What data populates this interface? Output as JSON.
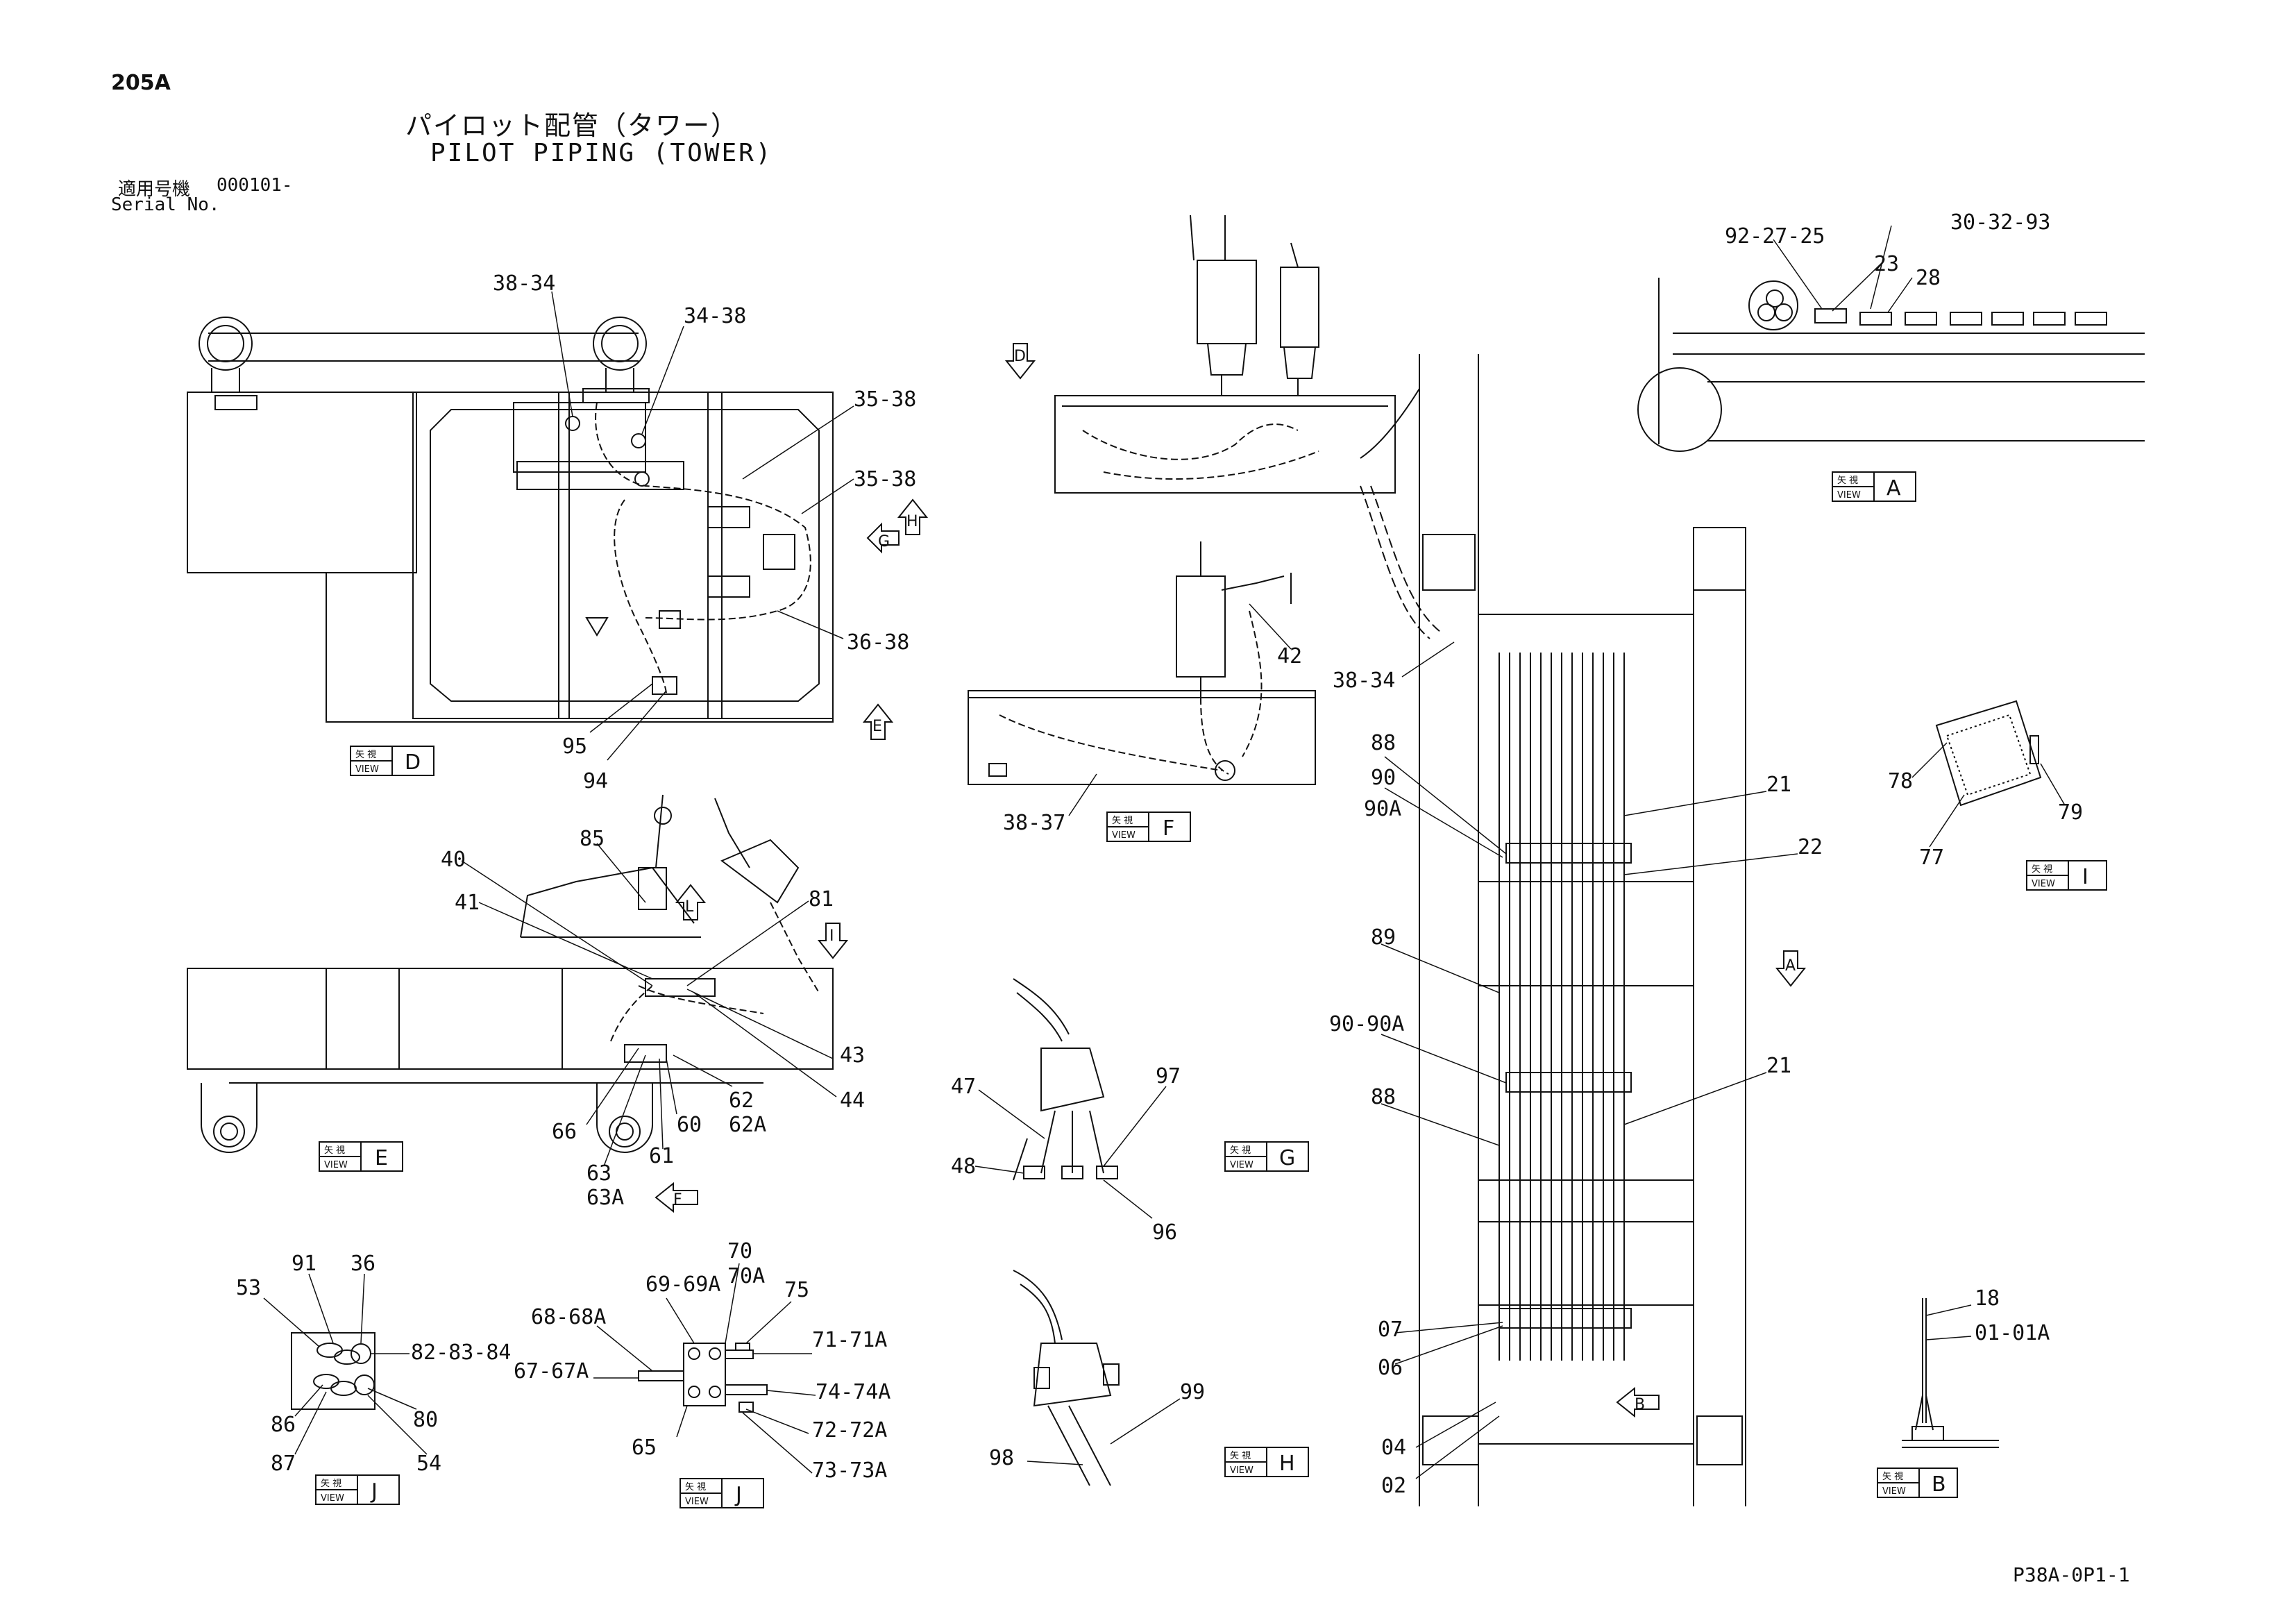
{
  "page_number": "205A",
  "title_jp": "パイロット配管（タワー）",
  "title_en": "PILOT PIPING (TOWER)",
  "serial_label_jp": "適用号機",
  "serial_value": "000101-",
  "serial_label_en": "Serial No.",
  "figure_code": "P38A-0P1-1",
  "view_tag_jp": "矢 視",
  "view_tag_en": "VIEW",
  "views": {
    "D": "D",
    "E": "E",
    "F": "F",
    "G": "G",
    "H": "H",
    "I": "I",
    "J1": "J",
    "J2": "J",
    "A": "A",
    "B": "B"
  },
  "arrow_letters": {
    "H": "H",
    "G": "G",
    "E": "E",
    "D": "D",
    "L": "L",
    "I": "I",
    "F": "F",
    "A": "A",
    "B": "B"
  },
  "callouts": {
    "c_38_34_top": "38-34",
    "c_34_38": "34-38",
    "c_35_38_a": "35-38",
    "c_35_38_b": "35-38",
    "c_36_38": "36-38",
    "c_95": "95",
    "c_94": "94",
    "c_40": "40",
    "c_85": "85",
    "c_41": "41",
    "c_81": "81",
    "c_43": "43",
    "c_44": "44",
    "c_62": "62",
    "c_62A": "62A",
    "c_60": "60",
    "c_66": "66",
    "c_61": "61",
    "c_63": "63",
    "c_63A": "63A",
    "c_91": "91",
    "c_36": "36",
    "c_53": "53",
    "c_82_83_84": "82-83-84",
    "c_86": "86",
    "c_80": "80",
    "c_87": "87",
    "c_54": "54",
    "c_70": "70",
    "c_70A": "70A",
    "c_69_69A": "69-69A",
    "c_75": "75",
    "c_68_68A": "68-68A",
    "c_71_71A": "71-71A",
    "c_67_67A": "67-67A",
    "c_74_74A": "74-74A",
    "c_72_72A": "72-72A",
    "c_65": "65",
    "c_73_73A": "73-73A",
    "c_42": "42",
    "c_38_37": "38-37",
    "c_47": "47",
    "c_97": "97",
    "c_48": "48",
    "c_96": "96",
    "c_99": "99",
    "c_98": "98",
    "c_92_27_25": "92-27-25",
    "c_30_32_93": "30-32-93",
    "c_23": "23",
    "c_28": "28",
    "c_38_34_mid": "38-34",
    "c_88_a": "88",
    "c_90": "90",
    "c_90A": "90A",
    "c_21_a": "21",
    "c_22": "22",
    "c_89": "89",
    "c_90_90A": "90-90A",
    "c_88_b": "88",
    "c_21_b": "21",
    "c_07": "07",
    "c_06": "06",
    "c_04": "04",
    "c_02": "02",
    "c_78": "78",
    "c_79": "79",
    "c_77": "77",
    "c_18": "18",
    "c_01_01A": "01-01A"
  }
}
